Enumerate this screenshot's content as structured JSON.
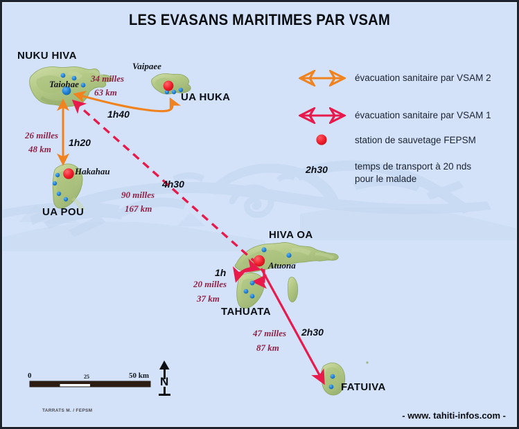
{
  "title": "LES EVASANS MARITIMES PAR VSAM",
  "colors": {
    "background": "#d3e2f8",
    "vsam2_orange": "#f0831f",
    "vsam1_crimson": "#e8194b",
    "station_red": "#ee1c2a",
    "village_blue": "#1f7fd4",
    "land_green": "#b7cc8e",
    "text_dark": "#0b0f14",
    "distance_maroon": "#8e2246",
    "border": "#1d2430",
    "watermark": "#bed3ee"
  },
  "islands": [
    {
      "name": "NUKU HIVA"
    },
    {
      "name": "UA HUKA"
    },
    {
      "name": "UA POU"
    },
    {
      "name": "HIVA OA"
    },
    {
      "name": "TAHUATA"
    },
    {
      "name": "FATUIVA"
    }
  ],
  "stations": [
    {
      "town": "Taiohae",
      "island": "NUKU HIVA",
      "type": "village"
    },
    {
      "town": "Vaipaee",
      "island": "UA HUKA",
      "type": "fepsm"
    },
    {
      "town": "Hakahau",
      "island": "UA POU",
      "type": "fepsm"
    },
    {
      "town": "Atuona",
      "island": "HIVA OA",
      "type": "fepsm"
    }
  ],
  "routes": [
    {
      "id": "vaipaee-taiohae",
      "from": "Vaipaee",
      "to": "Taiohae",
      "kind": "vsam2",
      "miles": "34 milles",
      "km": "63 km",
      "time": "1h40"
    },
    {
      "id": "hakahau-taiohae",
      "from": "Hakahau",
      "to": "Taiohae",
      "kind": "vsam2",
      "miles": "26 milles",
      "km": "48 km",
      "time": "1h20"
    },
    {
      "id": "atuona-taiohae",
      "from": "Atuona",
      "to": "Taiohae",
      "kind": "vsam1-dashed",
      "miles": "90 milles",
      "km": "167 km",
      "time": "4h30"
    },
    {
      "id": "atuona-tahuata",
      "from": "Atuona",
      "to": "TAHUATA",
      "kind": "vsam1",
      "miles": "20 milles",
      "km": "37 km",
      "time": "1h"
    },
    {
      "id": "atuona-fatuiva",
      "from": "Atuona",
      "to": "FATUIVA",
      "kind": "vsam1",
      "miles": "47 milles",
      "km": "87 km",
      "time": "2h30"
    }
  ],
  "legend": {
    "items": [
      {
        "symbol": "double-arrow-orange",
        "label": "évacuation sanitaire par VSAM 2"
      },
      {
        "symbol": "double-arrow-crimson",
        "label": "évacuation sanitaire par VSAM 1"
      },
      {
        "symbol": "red-dot",
        "label": "station de sauvetage FEPSM"
      },
      {
        "symbol": "time-sample",
        "sample": "2h30",
        "label_line1": "temps de transport à 20 nds",
        "label_line2": "pour le malade"
      }
    ]
  },
  "scale": {
    "zero": "0",
    "mid": "25",
    "max": "50 km"
  },
  "north": {
    "letter": "N"
  },
  "credit": "TARRATS M. / FEPSM",
  "source": "- www. tahiti-infos.com -"
}
